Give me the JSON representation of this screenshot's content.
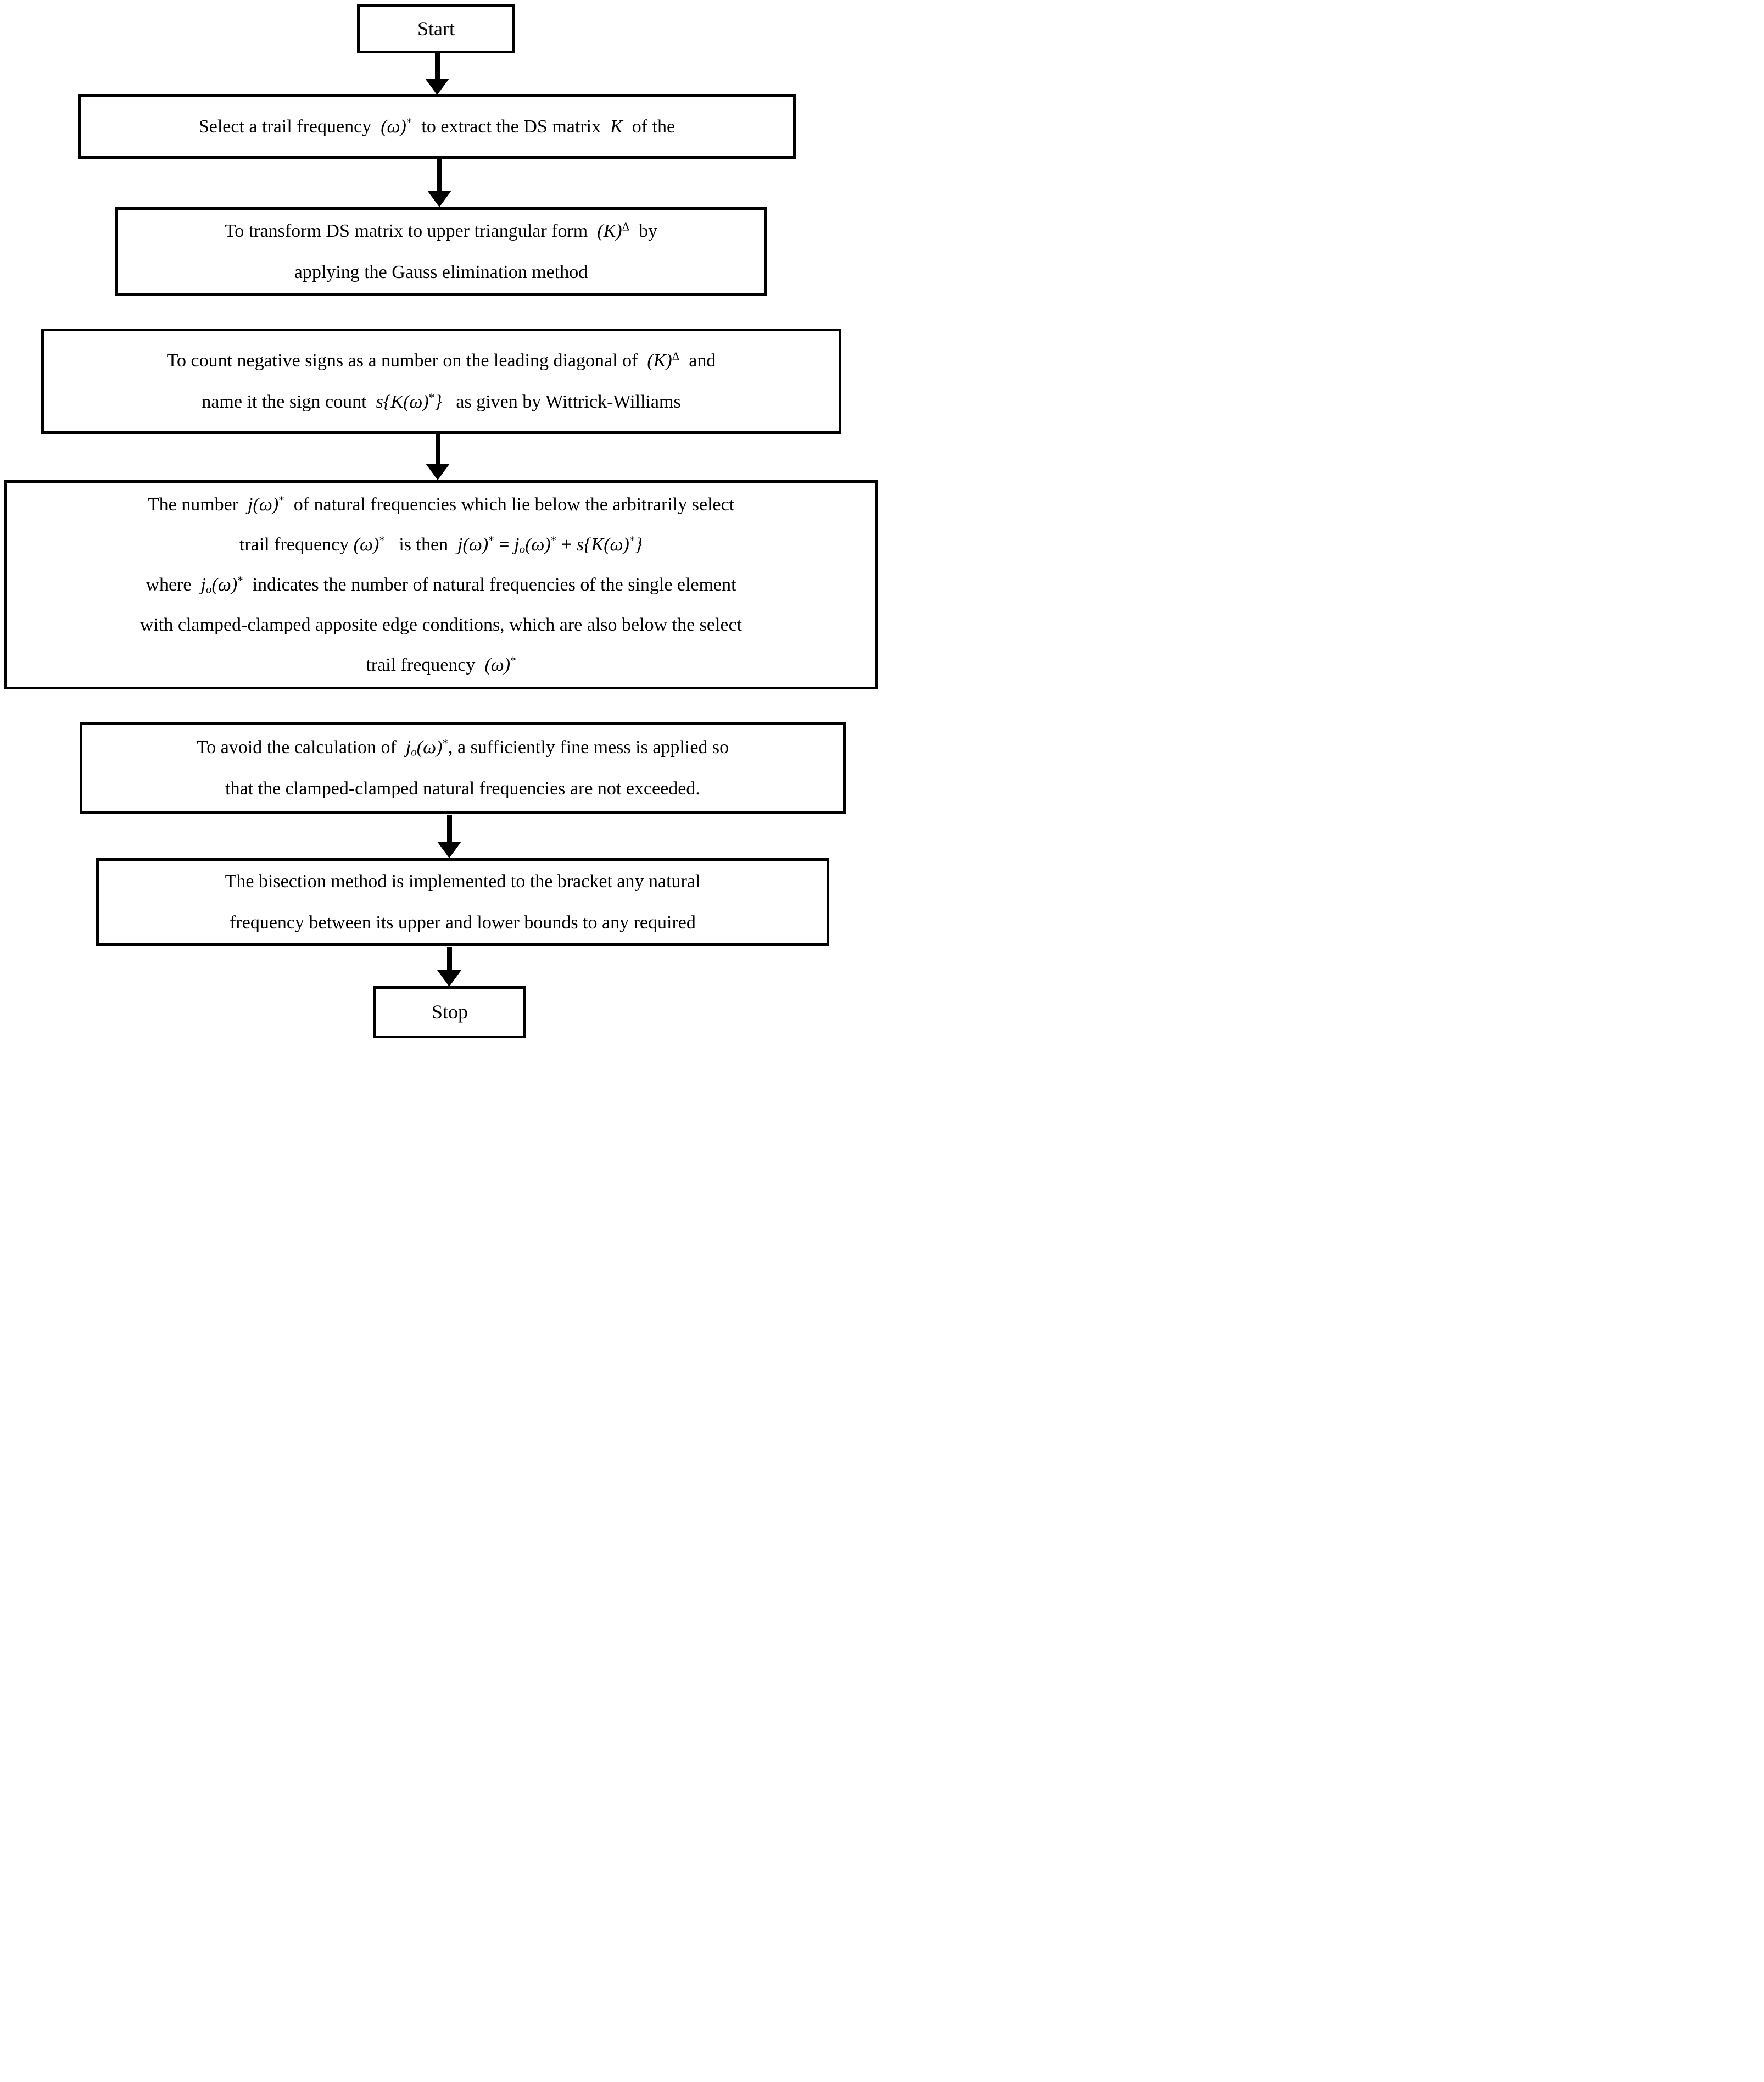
{
  "colors": {
    "ink": "#000000",
    "background": "#ffffff"
  },
  "nodes": {
    "start": {
      "kind": "terminal",
      "lines": [
        [
          {
            "t": "Start",
            "s": "n"
          }
        ]
      ]
    },
    "select": {
      "kind": "process",
      "lines": [
        [
          {
            "t": "Select a trail frequency  ",
            "s": "n"
          },
          {
            "t": "(ω)",
            "s": "i"
          },
          {
            "t": "*",
            "s": "sup"
          },
          {
            "t": "  to extract the DS matrix  ",
            "s": "n"
          },
          {
            "t": "K",
            "s": "i"
          },
          {
            "t": "  of the",
            "s": "n"
          }
        ]
      ]
    },
    "transform": {
      "kind": "process",
      "lines": [
        [
          {
            "t": "To transform DS matrix to upper triangular form  ",
            "s": "n"
          },
          {
            "t": "(K)",
            "s": "i"
          },
          {
            "t": "Δ",
            "s": "sup"
          },
          {
            "t": "  by",
            "s": "n"
          }
        ],
        [
          {
            "t": "applying the Gauss elimination method",
            "s": "n"
          }
        ]
      ]
    },
    "count": {
      "kind": "process",
      "lines": [
        [
          {
            "t": "To count negative signs as a number on the leading diagonal of  ",
            "s": "n"
          },
          {
            "t": "(K)",
            "s": "i"
          },
          {
            "t": "Δ",
            "s": "sup"
          },
          {
            "t": "  and",
            "s": "n"
          }
        ],
        [
          {
            "t": "name it the sign count  ",
            "s": "n"
          },
          {
            "t": "s{K(ω)",
            "s": "i"
          },
          {
            "t": "*",
            "s": "sup"
          },
          {
            "t": "}",
            "s": "i"
          },
          {
            "t": "   as given by Wittrick-Williams",
            "s": "n"
          }
        ]
      ]
    },
    "number": {
      "kind": "process",
      "lines": [
        [
          {
            "t": "The number  ",
            "s": "n"
          },
          {
            "t": "j(ω)",
            "s": "i"
          },
          {
            "t": "*",
            "s": "sup"
          },
          {
            "t": "  of natural frequencies which lie below the arbitrarily select",
            "s": "n"
          }
        ],
        [
          {
            "t": "trail frequency ",
            "s": "n"
          },
          {
            "t": "(ω)",
            "s": "i"
          },
          {
            "t": "*",
            "s": "sup"
          },
          {
            "t": "   is then  ",
            "s": "n"
          },
          {
            "t": "j(ω)",
            "s": "i"
          },
          {
            "t": "*",
            "s": "sup"
          },
          {
            "t": " = ",
            "s": "b"
          },
          {
            "t": "j",
            "s": "i"
          },
          {
            "t": "o",
            "s": "isub"
          },
          {
            "t": "(ω)",
            "s": "i"
          },
          {
            "t": "*",
            "s": "sup"
          },
          {
            "t": " + ",
            "s": "b"
          },
          {
            "t": "s{K(ω)",
            "s": "i"
          },
          {
            "t": "*",
            "s": "sup"
          },
          {
            "t": "}",
            "s": "i"
          }
        ],
        [
          {
            "t": "where  ",
            "s": "n"
          },
          {
            "t": "j",
            "s": "i"
          },
          {
            "t": "o",
            "s": "isub"
          },
          {
            "t": "(ω)",
            "s": "i"
          },
          {
            "t": "*",
            "s": "sup"
          },
          {
            "t": "  indicates the number of natural frequencies of the single element",
            "s": "n"
          }
        ],
        [
          {
            "t": "with clamped-clamped apposite edge conditions, which are also below the select",
            "s": "n"
          }
        ],
        [
          {
            "t": "trail frequency  ",
            "s": "n"
          },
          {
            "t": "(ω)",
            "s": "i"
          },
          {
            "t": "*",
            "s": "sup"
          }
        ]
      ]
    },
    "avoid": {
      "kind": "process",
      "lines": [
        [
          {
            "t": "To avoid the calculation of  ",
            "s": "n"
          },
          {
            "t": "j",
            "s": "i"
          },
          {
            "t": "o",
            "s": "isub"
          },
          {
            "t": "(ω)",
            "s": "i"
          },
          {
            "t": "*",
            "s": "sup"
          },
          {
            "t": ", a sufficiently fine mess is applied so",
            "s": "n"
          }
        ],
        [
          {
            "t": "that the clamped-clamped natural frequencies are not exceeded.",
            "s": "n"
          }
        ]
      ]
    },
    "bisection": {
      "kind": "process",
      "lines": [
        [
          {
            "t": "The bisection method is implemented to the bracket any natural",
            "s": "n"
          }
        ],
        [
          {
            "t": "frequency between its upper and lower bounds to any required",
            "s": "n"
          }
        ]
      ]
    },
    "stop": {
      "kind": "terminal",
      "lines": [
        [
          {
            "t": "Stop",
            "s": "n"
          }
        ]
      ]
    }
  },
  "connectors": [
    {
      "from": "start",
      "to": "select"
    },
    {
      "from": "select",
      "to": "transform"
    },
    {
      "from": "count",
      "to": "number"
    },
    {
      "from": "avoid",
      "to": "bisection"
    },
    {
      "from": "bisection",
      "to": "stop"
    }
  ]
}
